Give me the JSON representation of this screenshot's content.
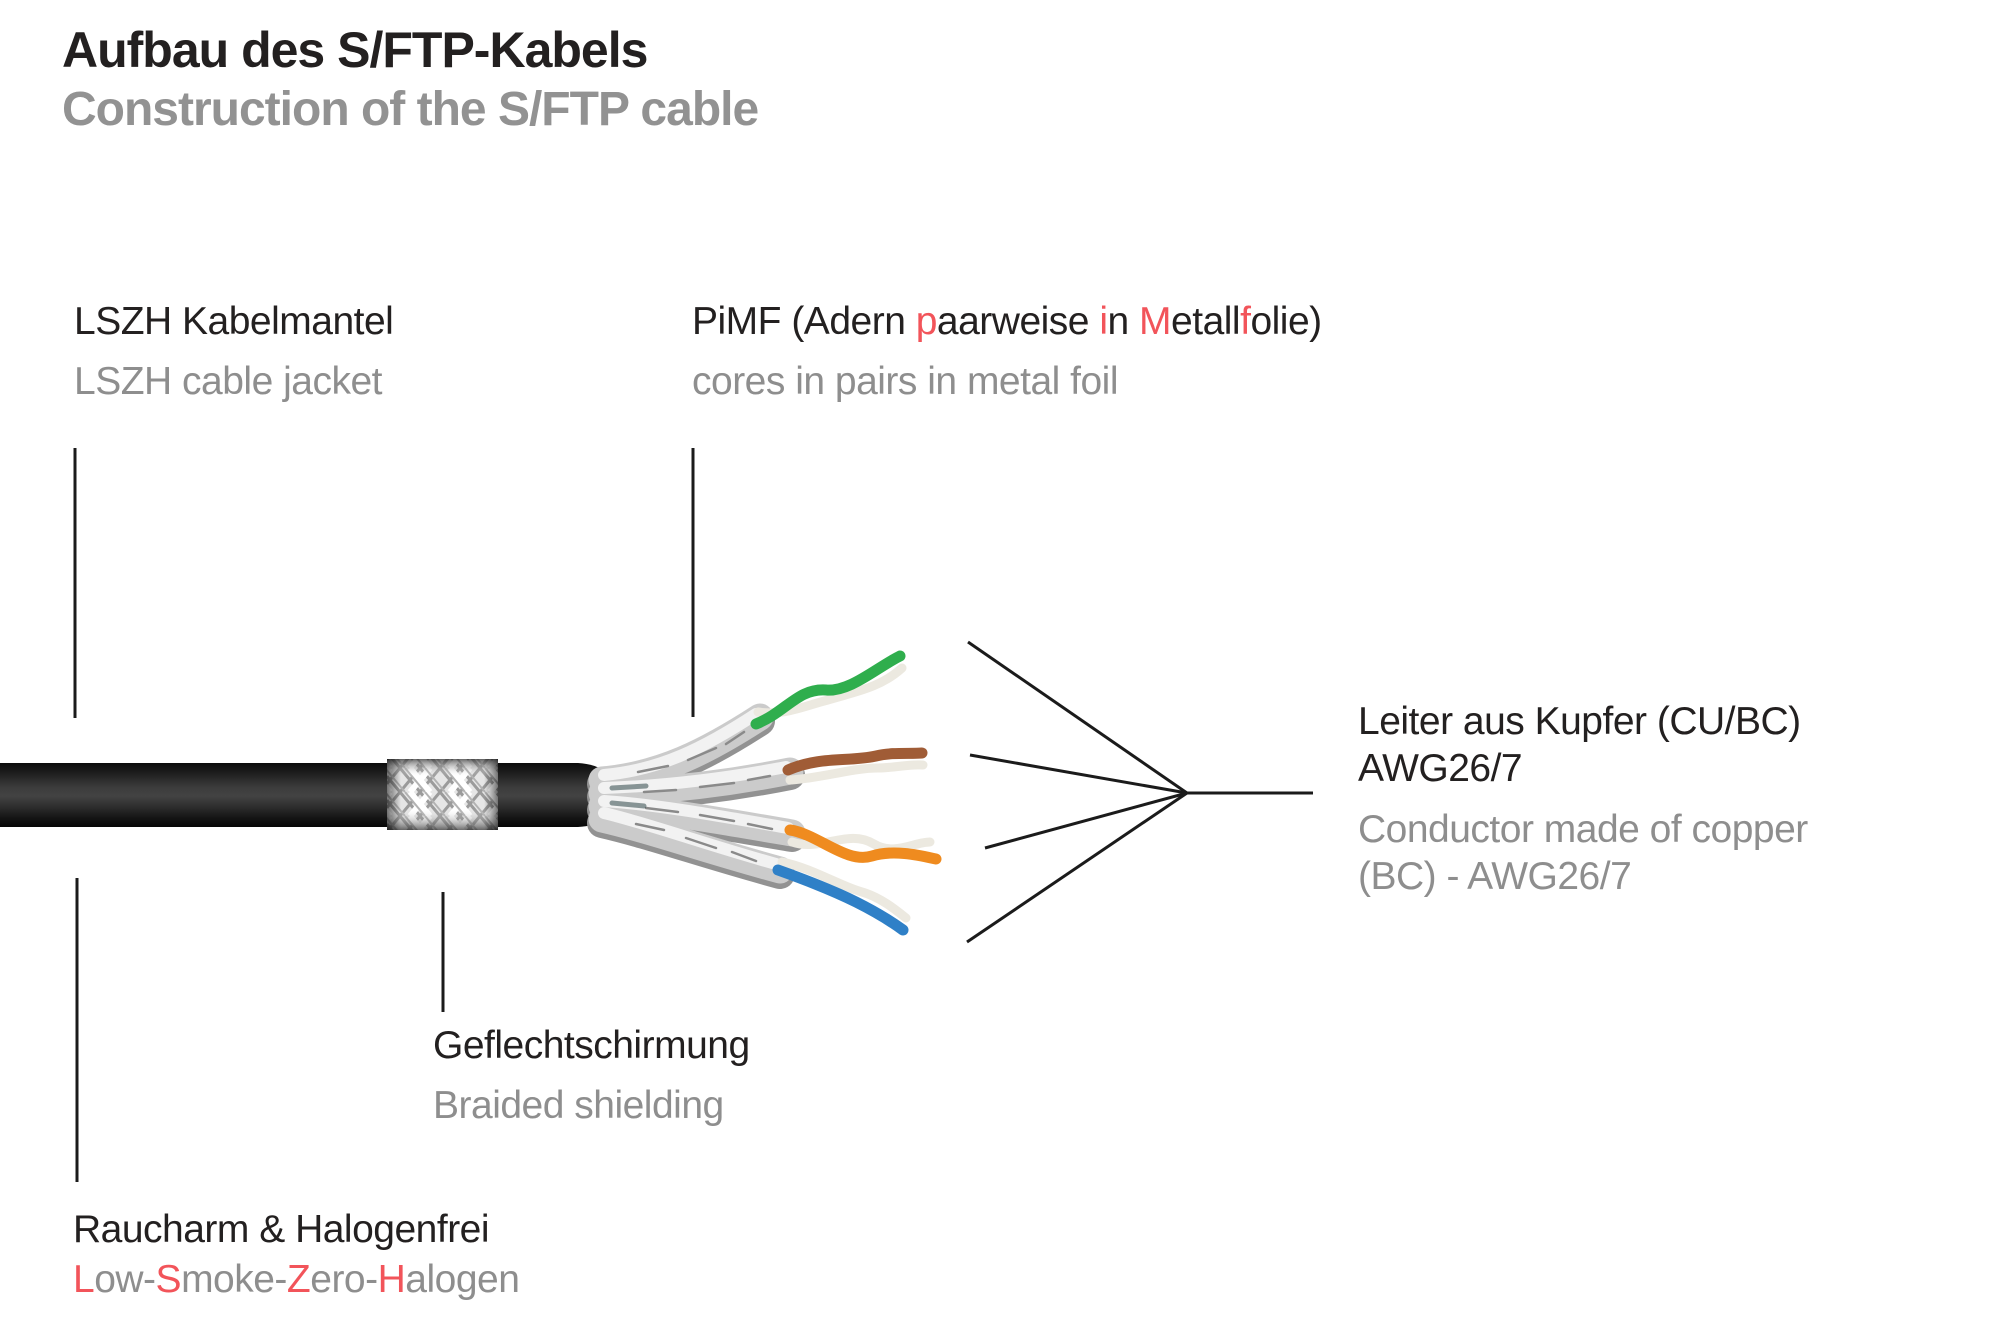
{
  "title": "Aufbau des S/FTP-Kabels",
  "subtitle": "Construction of the S/FTP cable",
  "colors": {
    "accent": "#f2545a",
    "heading": "#232020",
    "subheading": "#929292",
    "label_secondary": "#8e8e8e",
    "leader_line": "#1b1b1b"
  },
  "callouts": {
    "jacket": {
      "de": "LSZH Kabelmantel",
      "en": "LSZH cable jacket"
    },
    "pimf": {
      "de_parts": [
        {
          "t": "PiMF (Adern "
        },
        {
          "t": "p",
          "accent": true
        },
        {
          "t": "aarweise "
        },
        {
          "t": "i",
          "accent": true
        },
        {
          "t": "n "
        },
        {
          "t": "M",
          "accent": true
        },
        {
          "t": "etall"
        },
        {
          "t": "f",
          "accent": true
        },
        {
          "t": "olie)"
        }
      ],
      "en": "cores in pairs in metal foil"
    },
    "braid": {
      "de": "Geflechtschirmung",
      "en": "Braided shielding"
    },
    "smoke": {
      "de": "Raucharm & Halogenfrei",
      "en_parts": [
        {
          "t": "L",
          "accent": true
        },
        {
          "t": "ow-"
        },
        {
          "t": "S",
          "accent": true
        },
        {
          "t": "moke-"
        },
        {
          "t": "Z",
          "accent": true
        },
        {
          "t": "ero-"
        },
        {
          "t": "H",
          "accent": true
        },
        {
          "t": "alogen"
        }
      ]
    },
    "conductor": {
      "de": [
        "Leiter aus Kupfer (CU/BC)",
        "AWG26/7"
      ],
      "en": [
        "Conductor made of copper",
        "(BC) - AWG26/7"
      ]
    }
  },
  "cable": {
    "jacket_color": "#1a1a1a",
    "shield": "braided-silver",
    "white_wire": "#ece9e0",
    "pairs": [
      {
        "name": "green-white pair in foil",
        "color": "#2fae4d"
      },
      {
        "name": "brown-white pair in foil",
        "color": "#a05c36"
      },
      {
        "name": "orange-white pair in foil",
        "color": "#ef8b1f"
      },
      {
        "name": "blue-white pair in foil",
        "color": "#2f80c7"
      }
    ]
  }
}
